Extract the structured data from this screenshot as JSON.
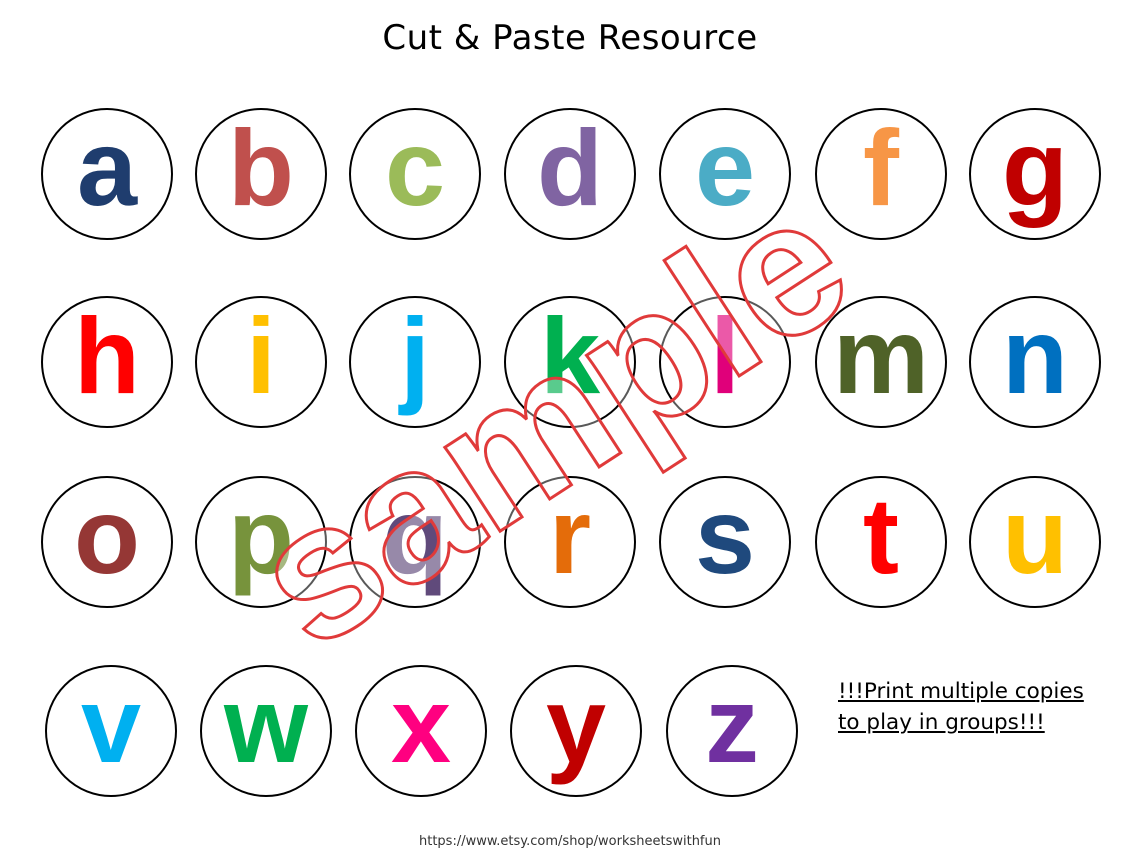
{
  "title": "Cut & Paste Resource",
  "letters": [
    {
      "char": "a",
      "color": "#1f3d6e"
    },
    {
      "char": "b",
      "color": "#c0504d"
    },
    {
      "char": "c",
      "color": "#9bbb59"
    },
    {
      "char": "d",
      "color": "#8064a2"
    },
    {
      "char": "e",
      "color": "#4bacc6"
    },
    {
      "char": "f",
      "color": "#f79646"
    },
    {
      "char": "g",
      "color": "#c00000"
    },
    {
      "char": "h",
      "color": "#ff0000"
    },
    {
      "char": "i",
      "color": "#ffc000"
    },
    {
      "char": "j",
      "color": "#00b0f0"
    },
    {
      "char": "k",
      "color": "#00b050"
    },
    {
      "char": "l",
      "color": "#e0007a"
    },
    {
      "char": "m",
      "color": "#4f6228"
    },
    {
      "char": "n",
      "color": "#0070c0"
    },
    {
      "char": "o",
      "color": "#953735"
    },
    {
      "char": "p",
      "color": "#77933c"
    },
    {
      "char": "q",
      "color": "#604a7b"
    },
    {
      "char": "r",
      "color": "#e46c0a"
    },
    {
      "char": "s",
      "color": "#1f497d"
    },
    {
      "char": "t",
      "color": "#ff0000"
    },
    {
      "char": "u",
      "color": "#ffc000"
    },
    {
      "char": "v",
      "color": "#00b0f0"
    },
    {
      "char": "w",
      "color": "#00b050"
    },
    {
      "char": "x",
      "color": "#ff0080"
    },
    {
      "char": "y",
      "color": "#c00000"
    },
    {
      "char": "z",
      "color": "#7030a0"
    }
  ],
  "note": {
    "line1": "!!!Print multiple copies",
    "line2": "to play in groups!!!"
  },
  "url": "https://www.etsy.com/shop/worksheetswithfun",
  "watermark": {
    "text": "sample",
    "color": "#e03a3a"
  }
}
